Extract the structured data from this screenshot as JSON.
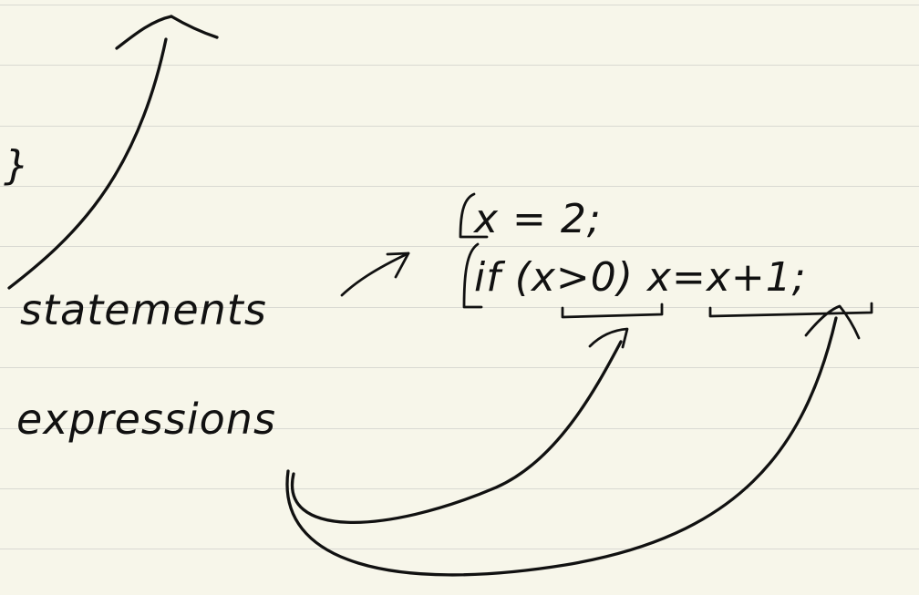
{
  "page": {
    "background_color": "#f7f6ea",
    "line_color": "#d9d9d2",
    "ink_color": "#111111"
  },
  "notes": {
    "left_brace": "}",
    "statements_label": "statements",
    "expressions_label": "expressions",
    "code_line_1": "x = 2;",
    "code_line_2": "if (x>0) x=x+1;"
  }
}
